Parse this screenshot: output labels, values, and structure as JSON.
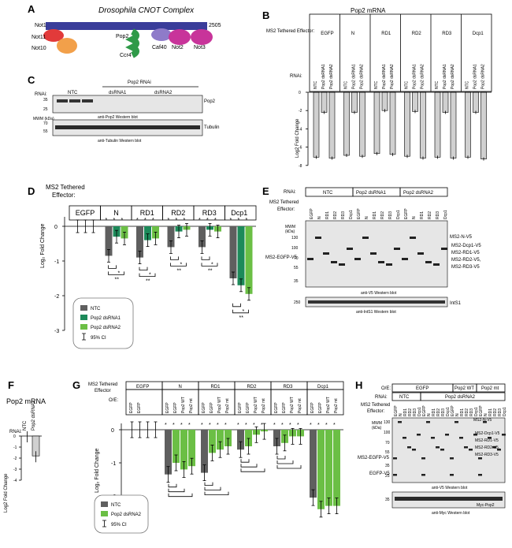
{
  "colors": {
    "ntc": "#5f5f5f",
    "dsrna1": "#1d8a5a",
    "dsrna2": "#6bbf45",
    "gray_bar": "#bdbdbd",
    "not1": "#3a3d9a",
    "not11": "#e23a3a",
    "not10": "#f2a04a",
    "pop2": "#2f9a48",
    "ccr4": "#2f9a48",
    "caf40": "#8e7bc9",
    "not2": "#c8349a",
    "not3": "#c8349a",
    "blot_bg": "#e6e6e6"
  },
  "A": {
    "panel": "A",
    "title": "Drosophila CNOT Complex",
    "length": "2505",
    "subunits": [
      "Not1",
      "Not11",
      "Not10",
      "Pop2",
      "Ccr4",
      "Caf40",
      "Not2",
      "Not3"
    ]
  },
  "B": {
    "panel": "B",
    "title": "Pop2 mRNA",
    "effector_label": "MS2 Tethered Effector:",
    "rnai_label": "RNAi:",
    "effectors": [
      "EGFP",
      "N",
      "RD1",
      "RD2",
      "RD3",
      "Dcp1"
    ],
    "lanes": [
      "NTC",
      "Pop2 dsRNA1",
      "Pop2 dsRNA2"
    ],
    "ylabel": "Log2 Fold Change",
    "yticks": [
      "0",
      "-2",
      "-4",
      "-6",
      "-8"
    ]
  },
  "C": {
    "panel": "C",
    "rnai_label": "RNAi:",
    "ntc": "NTC",
    "pop2_rnai": "Pop2 RNAi",
    "dsrna1": "dsRNA1",
    "dsrna2": "dsRNA2",
    "mwm": "MWM\n(kDa)",
    "blot1_label": "anti-Pop2 Western blot",
    "blot2_label": "anti-Tubulin Western blot",
    "pop2": "Pop2",
    "tubulin": "Tubulin",
    "mw1": [
      "35",
      "25"
    ],
    "mw2": [
      "70",
      "55"
    ]
  },
  "D": {
    "panel": "D",
    "effector_label": "MS2 Tethered\nEffector:",
    "effectors": [
      "EGFP",
      "N",
      "RD1",
      "RD2",
      "RD3",
      "Dcp1"
    ],
    "ylabel": "Log₂ Fold Change",
    "yticks": [
      "0",
      "-1",
      "-2",
      "-3"
    ],
    "legend": [
      "NTC",
      "Pop2 dsRNA1",
      "Pop2 dsRNA2",
      "95% CI"
    ],
    "sig_N": "*****",
    "sig_RD1": "**x*",
    "sig_RD2": "** x x",
    "sig_RD3": "** x *",
    "sig_Dcp1": "*****",
    "stars": [
      "*",
      "**",
      "*",
      "**",
      "*",
      "**",
      "*",
      "**",
      "*"
    ]
  },
  "E": {
    "panel": "E",
    "rnai_label": "RNAi:",
    "groups": [
      "NTC",
      "Pop2 dsRNA1",
      "Pop2 dsRNA2"
    ],
    "effector_label": "MS2 Tethered\nEffector:",
    "lanes": [
      "EGFP",
      "N",
      "RD1",
      "RD2",
      "RD3",
      "Dcp1"
    ],
    "mwm": "MWM\n(kDa)",
    "mw": [
      "130",
      "100",
      "70",
      "55",
      "35"
    ],
    "right_labels": [
      "MS2-N-V5",
      "MS2-Dcp1-V5",
      "MS2-RD1-V5",
      "MS2-RD2-V5,",
      "MS2-RD3-V5"
    ],
    "left_label": "MS2-EGFP-V5",
    "blot1": "anti-V5 Western blot",
    "blot2": "anti-IntS1 Western blot",
    "ints1": "IntS1",
    "ints1_mw": "250"
  },
  "F": {
    "panel": "F",
    "title": "Pop2 mRNA",
    "rnai_label": "RNAi:",
    "lanes": [
      "NTC",
      "Pop2 dsRNA2"
    ],
    "ylabel": "Log2 Fold Change",
    "yticks": [
      "0",
      "-1",
      "-2",
      "-3",
      "-4"
    ]
  },
  "G": {
    "panel": "G",
    "effector_label": "MS2 Tethered\nEffector",
    "oe_label": "O/E:",
    "effectors": [
      "EGFP",
      "N",
      "RD1",
      "RD2",
      "RD3",
      "Dcp1"
    ],
    "oe_cols": [
      "EGFP",
      "EGFP",
      "Pop2 WT",
      "Pop2 mt"
    ],
    "ylabel": "Log₂ Fold Change",
    "yticks": [
      "0",
      "-1",
      "-2",
      "-3"
    ],
    "legend": [
      "NTC",
      "Pop2 dsRNA2",
      "95% CI"
    ]
  },
  "H": {
    "panel": "H",
    "oe_label": "O/E:",
    "rnai_label": "RNAi:",
    "oe_groups": [
      "EGFP",
      "Pop2 WT",
      "Pop2 mt"
    ],
    "rnai_groups": [
      "NTC",
      "Pop2 dsRNA2"
    ],
    "effector_label": "MS2 Tethered\nEffector:",
    "lanes": [
      "EGFP",
      "N",
      "RD1",
      "RD2",
      "RD3",
      "Dcp1"
    ],
    "mwm": "MWM\n(kDa)",
    "mw": [
      "130",
      "100",
      "70",
      "55",
      "35",
      "25"
    ],
    "right_labels": [
      "MS2-N-V5",
      "MS2-Dcp1-V5",
      "MS2-RD1-V5",
      "MS2-RD2-V5,",
      "MS2-RD3-V5"
    ],
    "left_labels": [
      "MS2-EGFP-V5",
      "EGFP-V5"
    ],
    "blot1": "anti-V5 Western blot",
    "blot2": "anti-Myc Western blot",
    "myc": "Myc-Pop2",
    "myc_mw": "35"
  },
  "chart_data": [
    {
      "type": "bar",
      "panel": "B",
      "ylabel": "Log2 Fold Change",
      "ylim": [
        -8,
        0
      ],
      "groups": [
        "EGFP",
        "N",
        "RD1",
        "RD2",
        "RD3",
        "Dcp1"
      ],
      "series": [
        {
          "name": "NTC",
          "values": [
            -7.1,
            -6.9,
            -6.7,
            -7.0,
            -7.1,
            -7.1
          ]
        },
        {
          "name": "Pop2 dsRNA1",
          "values": [
            -2.2,
            -2.2,
            -2.0,
            -2.1,
            -2.2,
            -2.2
          ]
        },
        {
          "name": "Pop2 dsRNA2",
          "values": [
            -7.2,
            -7.0,
            -6.8,
            -7.2,
            -7.2,
            -7.3
          ]
        }
      ]
    },
    {
      "type": "bar",
      "panel": "D",
      "ylabel": "Log2 Fold Change",
      "ylim": [
        -3,
        0.3
      ],
      "groups": [
        "EGFP",
        "N",
        "RD1",
        "RD2",
        "RD3",
        "Dcp1"
      ],
      "series": [
        {
          "name": "NTC",
          "values": [
            0,
            -0.85,
            -0.9,
            -0.6,
            -0.6,
            -1.5
          ]
        },
        {
          "name": "Pop2 dsRNA1",
          "values": [
            0,
            -0.3,
            -0.4,
            -0.15,
            -0.1,
            -1.7
          ]
        },
        {
          "name": "Pop2 dsRNA2",
          "values": [
            0,
            -0.35,
            -0.35,
            -0.1,
            -0.15,
            -1.95
          ]
        }
      ]
    },
    {
      "type": "bar",
      "panel": "F",
      "ylabel": "Log2 Fold Change",
      "ylim": [
        -4,
        0
      ],
      "categories": [
        "NTC",
        "Pop2 dsRNA2"
      ],
      "values": [
        0,
        -1.8
      ]
    },
    {
      "type": "bar",
      "panel": "G",
      "ylabel": "Log2 Fold Change",
      "ylim": [
        -3,
        0.3
      ],
      "groups": [
        "EGFP",
        "N",
        "RD1",
        "RD2",
        "RD3",
        "Dcp1"
      ],
      "series": [
        {
          "name": "NTC",
          "values": [
            0,
            -1.35,
            -1.3,
            -0.6,
            -0.5,
            -2.05
          ]
        },
        {
          "name": "Pop2 dsRNA2 (EGFP)",
          "values": [
            0,
            -1.0,
            -0.7,
            -0.5,
            -0.4,
            -2.4
          ]
        },
        {
          "name": "Pop2 dsRNA2 (Pop2 WT)",
          "values": [
            0,
            -1.2,
            -0.6,
            -0.15,
            -0.2,
            -2.3
          ]
        },
        {
          "name": "Pop2 dsRNA2 (Pop2 mt)",
          "values": [
            0,
            -1.1,
            -0.5,
            -0.05,
            -0.2,
            -2.3
          ]
        }
      ]
    }
  ]
}
